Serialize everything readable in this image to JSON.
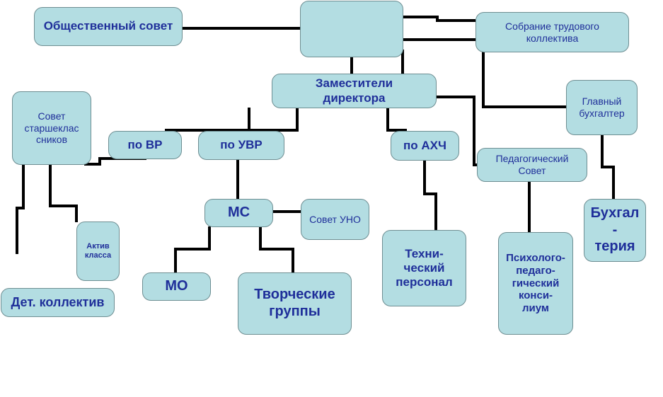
{
  "nodes": {
    "director": "",
    "public_council": "Общественный совет",
    "labor_meeting": "Собрание трудового\nколлектива",
    "deputies": "Заместители\nдиректора",
    "chief_accountant": "Главный\nбухгалтер",
    "senior_council": "Совет\nстаршеклас\nсников",
    "vr": "по ВР",
    "uvr": "по УВР",
    "ahch": "по АХЧ",
    "ped_council": "Педагогический\nСовет",
    "class_activ": "Актив\nкласса",
    "children": "Дет. коллектив",
    "ms": "МС",
    "uno_council": "Совет УНО",
    "tech_staff": "Техни-\nческий\nперсонал",
    "psy_council": "Психолого-\nпедаго-\nгический\nконси-\nлиум",
    "accounting": "Бухгал\n-\nтерия",
    "mo": "МО",
    "creative_groups": "Творческие\nгруппы"
  },
  "colors": {
    "box_fill": "#b3dde2",
    "box_border": "#6e8e92",
    "text": "#1f2f9a",
    "connector": "#000000"
  }
}
